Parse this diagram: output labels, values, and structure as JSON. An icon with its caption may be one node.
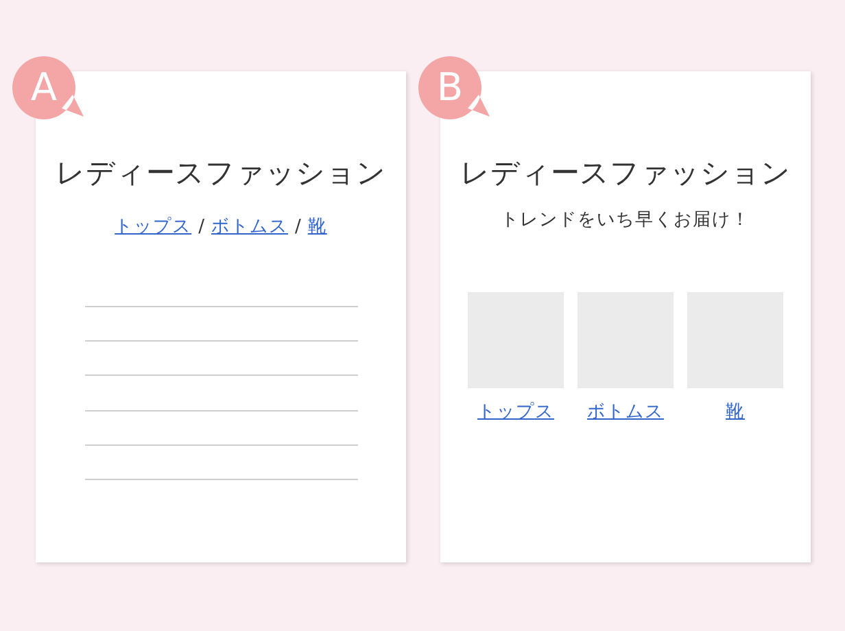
{
  "diagram": {
    "nodes": [
      {
        "text": [
          "A"
        ]
      },
      {
        "text": [
          "レディースファッション"
        ]
      },
      {
        "text": [
          "トップス"
        ],
        "in": 1
      },
      {
        "text": [
          "ボトムス"
        ],
        "in": 1
      },
      {
        "text": [
          "靴"
        ],
        "in": 1
      },
      {
        "text": [
          "B"
        ]
      },
      {
        "text": [
          "レディースファッション",
          "トレンドをいち早くお届け！"
        ]
      },
      {
        "text": [],
        "shape": "box",
        "in": 6
      },
      {
        "text": [],
        "shape": "box",
        "in": 6
      },
      {
        "text": [],
        "shape": "box",
        "in": 6
      },
      {
        "text": [
          "トップス"
        ],
        "in": 6
      },
      {
        "text": [
          "ボトムス"
        ],
        "in": 6
      },
      {
        "text": [
          "靴"
        ],
        "in": 6
      }
    ],
    "labels": [
      "/",
      "/"
    ]
  }
}
